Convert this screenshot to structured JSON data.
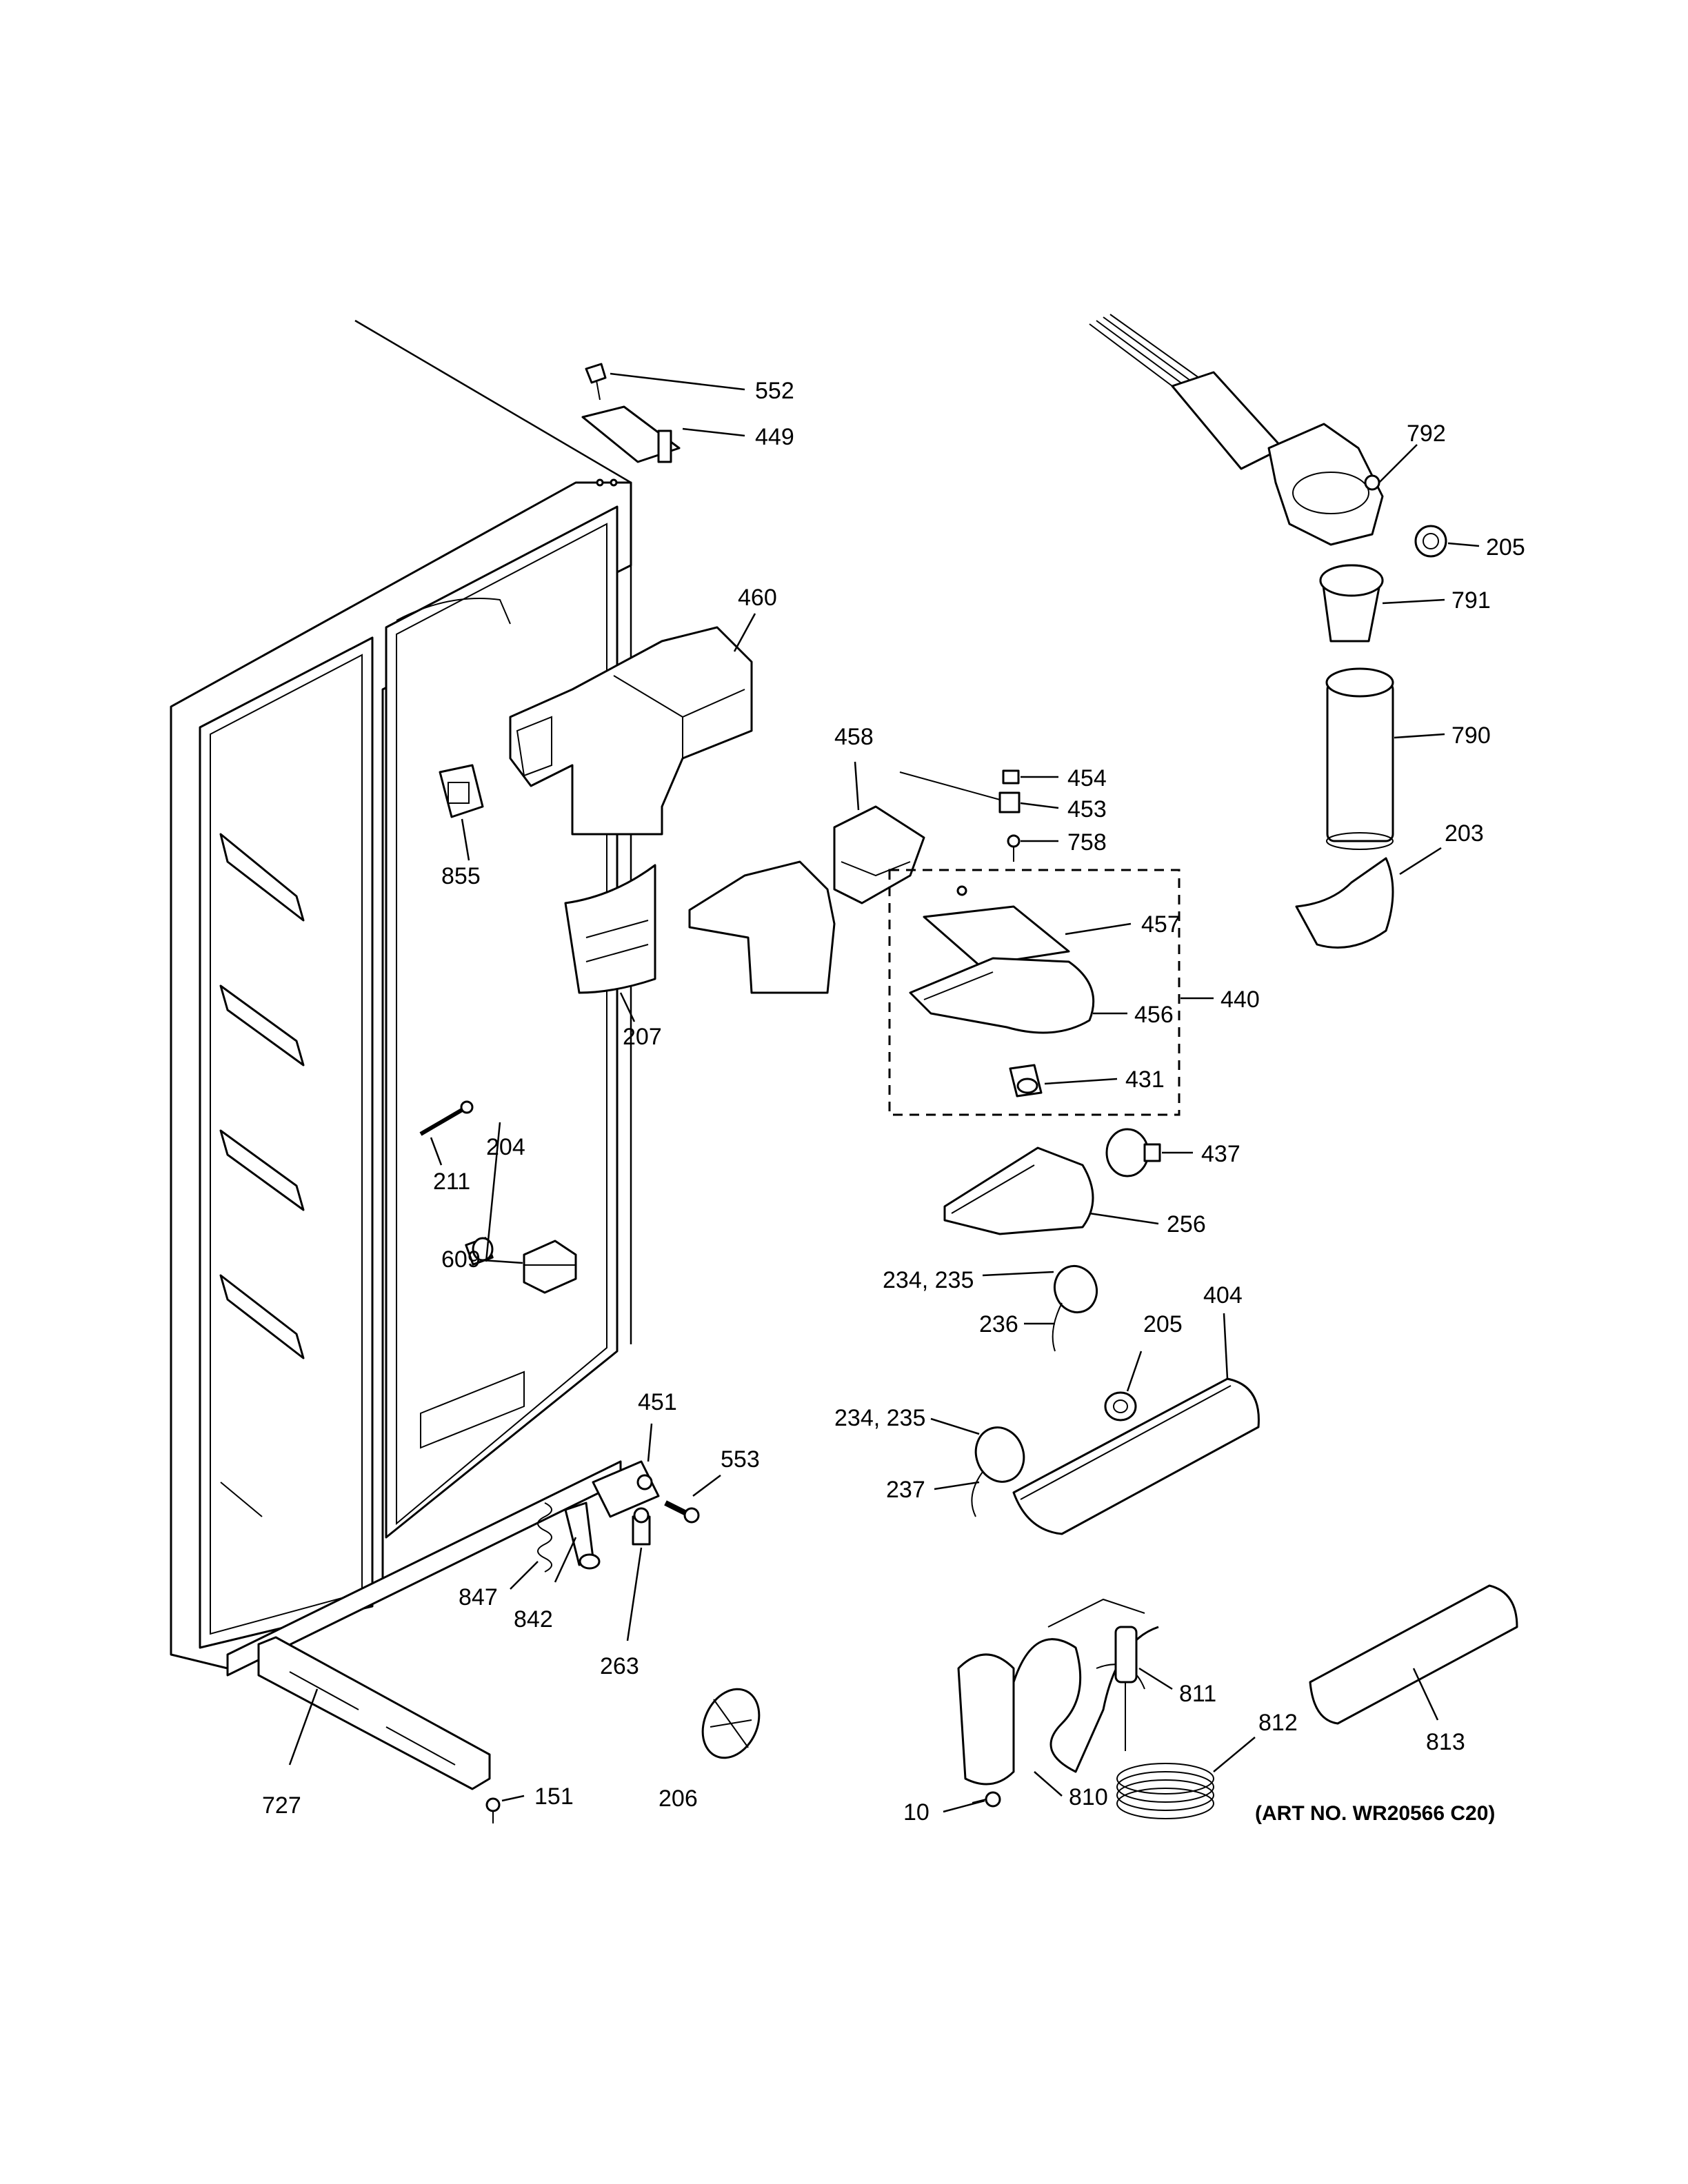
{
  "diagram": {
    "art_number": "(ART NO. WR20566 C20)",
    "callouts": {
      "c552": "552",
      "c449": "449",
      "c460": "460",
      "c855": "855",
      "c458": "458",
      "c454": "454",
      "c453": "453",
      "c758": "758",
      "c457": "457",
      "c456": "456",
      "c440": "440",
      "c431": "431",
      "c207": "207",
      "c204": "204",
      "c211": "211",
      "c609": "609",
      "c437": "437",
      "c256": "256",
      "c234_235_a": "234, 235",
      "c236": "236",
      "c205_b": "205",
      "c404": "404",
      "c234_235_b": "234, 235",
      "c237": "237",
      "c451": "451",
      "c553": "553",
      "c847": "847",
      "c842": "842",
      "c263": "263",
      "c727": "727",
      "c151": "151",
      "c206": "206",
      "c10": "10",
      "c810": "810",
      "c811": "811",
      "c812": "812",
      "c813": "813",
      "c792": "792",
      "c205_a": "205",
      "c791": "791",
      "c790": "790",
      "c203": "203"
    }
  }
}
